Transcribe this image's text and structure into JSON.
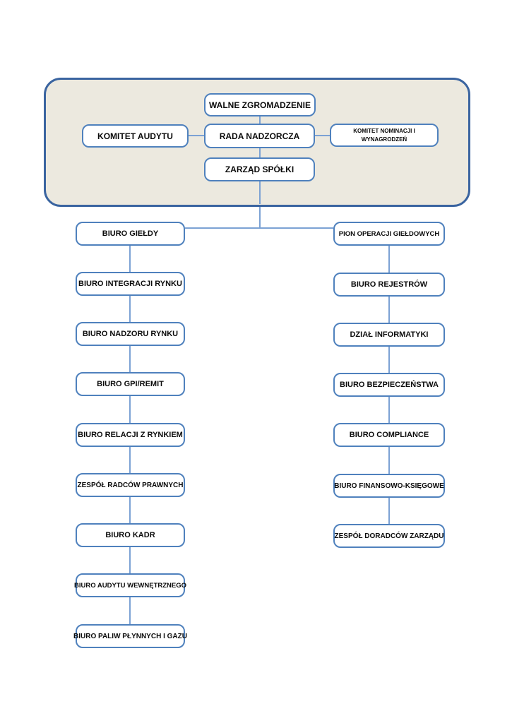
{
  "chart": {
    "governance": {
      "walne_zgromadzenie": "WALNE ZGROMADZENIE",
      "komitet_audytu": "KOMITET AUDYTU",
      "rada_nadzorcza": "RADA NADZORCZA",
      "komitet_nominacji": "KOMITET NOMINACJI I WYNAGRODZEŃ",
      "zarzad_spolki": "ZARZĄD SPÓŁKI"
    },
    "left_column": [
      {
        "label": "BIURO GIEŁDY"
      },
      {
        "label": "BIURO INTEGRACJI RYNKU"
      },
      {
        "label": "BIURO NADZORU RYNKU"
      },
      {
        "label": "BIURO GPI/REMIT"
      },
      {
        "label": "BIURO RELACJI Z RYNKIEM"
      },
      {
        "label": "ZESPÓŁ RADCÓW PRAWNYCH"
      },
      {
        "label": "BIURO KADR"
      },
      {
        "label": "BIURO AUDYTU WEWNĘTRZNEGO"
      },
      {
        "label": "BIURO PALIW PŁYNNYCH I GAZU"
      }
    ],
    "right_column": [
      {
        "label": "PION OPERACJI GIEŁDOWYCH"
      },
      {
        "label": "BIURO REJESTRÓW"
      },
      {
        "label": "DZIAŁ INFORMATYKI"
      },
      {
        "label": "BIURO BEZPIECZEŃSTWA"
      },
      {
        "label": "BIURO COMPLIANCE"
      },
      {
        "label": "BIURO FINANSOWO-KSIĘGOWE"
      },
      {
        "label": "ZESPÓŁ DORADCÓW ZARZĄDU"
      }
    ]
  },
  "colors": {
    "container_fill": "#ECE9DF",
    "container_border": "#3A64A0",
    "box_border": "#4F81BD",
    "connector": "#7CA2D4",
    "text_color": "#0B0B0B"
  }
}
